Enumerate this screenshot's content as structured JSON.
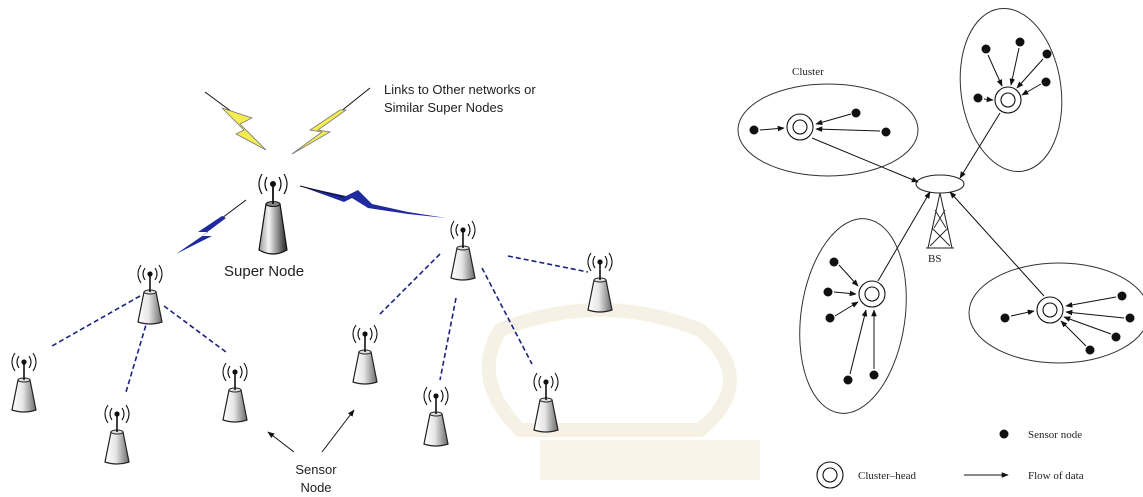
{
  "left_diagram": {
    "links_label_line1": "Links to Other networks or",
    "links_label_line2": "Similar Super Nodes",
    "super_node_label": "Super Node",
    "sensor_label_line1": "Sensor",
    "sensor_label_line2": "Node"
  },
  "right_diagram": {
    "cluster_label": "Cluster",
    "bs_label": "BS",
    "legend": {
      "sensor_node": "Sensor node",
      "cluster_head": "Cluster–head",
      "flow_of_data": "Flow of data"
    }
  },
  "colors": {
    "lightning_yellow": "#f5ec52",
    "lightning_blue": "#1f2a9e",
    "dashed_link": "#1a237e",
    "watermark": "#efe6cf"
  },
  "icons": [
    "antenna-tower-icon",
    "lightning-bolt-icon",
    "cluster-head-icon",
    "sensor-node-dot-icon",
    "base-station-tower-icon"
  ]
}
